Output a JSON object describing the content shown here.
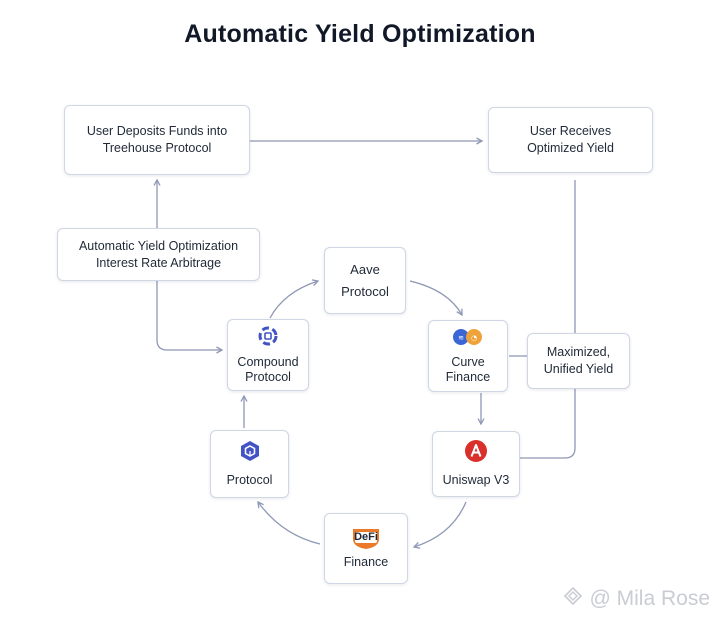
{
  "title": "Automatic Yield Optimization",
  "nodes": {
    "user_deposits": {
      "line1": "User Deposits Funds into",
      "line2": "Treehouse Protocol"
    },
    "user_receives": {
      "line1": "User Receives",
      "line2": "Optimized Yield"
    },
    "auto_opt": {
      "line1": "Automatic Yield Optimization",
      "line2": "Interest Rate Arbitrage"
    },
    "aave": {
      "line1": "Aave",
      "line2": "Protocol"
    },
    "compound": {
      "line1": "Compound",
      "line2": "Protocol",
      "icon": "compound-logo-icon"
    },
    "curve": {
      "line1": "Curve",
      "line2": "Finance",
      "icon": "curve-logo-icon"
    },
    "maximized": {
      "line1": "Maximized,",
      "line2": "Unified Yield"
    },
    "protocol": {
      "line1": "Protocol",
      "icon": "protocol-logo-icon"
    },
    "uniswap": {
      "line1": "Uniswap V3",
      "icon": "uniswap-logo-icon"
    },
    "defi": {
      "line1": "Finance",
      "icon_text": "DeFi",
      "icon": "defi-logo-icon"
    }
  },
  "watermark": {
    "text": "@ Mila Rose",
    "icon": "diamond-logo-icon"
  },
  "colors": {
    "line": "#8e98b5",
    "border": "#cfd6e4",
    "compound": "#4254c5",
    "curve_a": "#3a66d6",
    "curve_b": "#f0a23a",
    "uniswap": "#d9302c",
    "defi": "#ea7a2a"
  }
}
